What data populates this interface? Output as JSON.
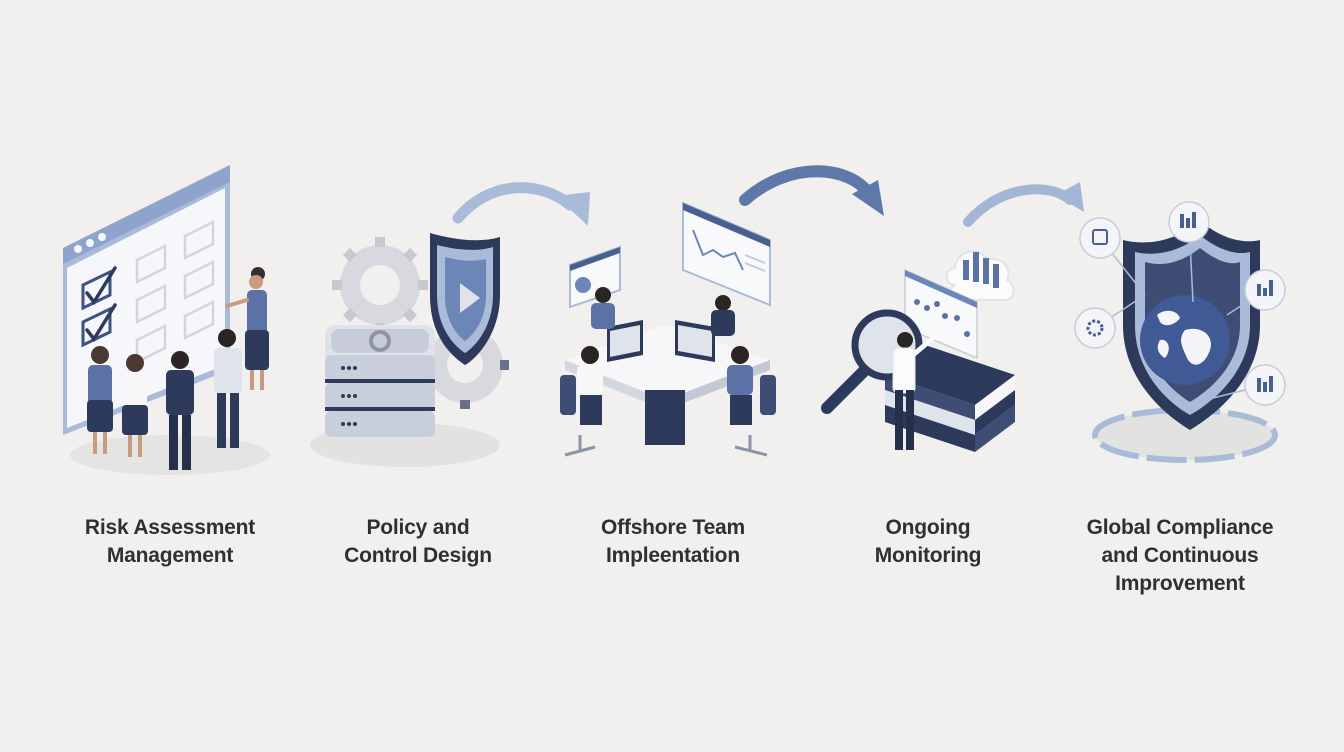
{
  "diagram": {
    "type": "process-flow",
    "background_color": "#f1f0ee",
    "text_color": "#2f3035",
    "palette": {
      "navy": "#2e3a5c",
      "slate_blue": "#4a5f8f",
      "mid_blue": "#6d86b8",
      "light_blue": "#a9bbd9",
      "pale": "#dfe3ec",
      "white": "#fbfbfc"
    },
    "steps": [
      {
        "id": "step-1",
        "label_lines": [
          "Risk Assessment",
          "Management"
        ],
        "illustration": "checklist-board-with-team-icon"
      },
      {
        "id": "step-2",
        "label_lines": [
          "Policy and",
          "Control Design"
        ],
        "illustration": "server-gears-shield-icon"
      },
      {
        "id": "step-3",
        "label_lines": [
          "Offshore Team",
          "Impleentation"
        ],
        "illustration": "team-workstations-icon"
      },
      {
        "id": "step-4",
        "label_lines": [
          "Ongoing",
          "Monitoring"
        ],
        "illustration": "magnifier-books-cloud-chart-icon"
      },
      {
        "id": "step-5",
        "label_lines": [
          "Global Compliance",
          "and Continuous",
          "Improvement"
        ],
        "illustration": "globe-shield-network-icon"
      }
    ],
    "arrows": [
      {
        "from": "step-2",
        "to": "step-3",
        "color": "#a9bbd9"
      },
      {
        "from": "step-3",
        "to": "step-4",
        "color": "#5f78aa"
      },
      {
        "from": "step-4",
        "to": "step-5",
        "color": "#a3b6d6"
      }
    ]
  }
}
